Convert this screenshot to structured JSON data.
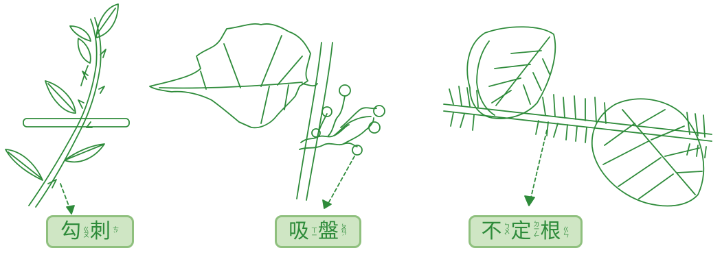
{
  "colors": {
    "line": "#2e8b3a",
    "label_bg": "#cfe6c4",
    "label_border": "#8fc07e"
  },
  "panels": [
    {
      "id": "hook-thorn",
      "label": [
        {
          "han": "勾",
          "zy": "ㄍㄡ"
        },
        {
          "han": "刺",
          "zy": "ㄘˋ"
        }
      ]
    },
    {
      "id": "sucker",
      "label": [
        {
          "han": "吸",
          "zy": "ㄒㄧ"
        },
        {
          "han": "盤",
          "zy": "ㄆㄢˊ"
        }
      ]
    },
    {
      "id": "adventitious-root",
      "label": [
        {
          "han": "不",
          "zy": "ㄅㄨˋ"
        },
        {
          "han": "定",
          "zy": "ㄉㄧㄥˋ"
        },
        {
          "han": "根",
          "zy": "ㄍㄣ"
        }
      ]
    }
  ]
}
